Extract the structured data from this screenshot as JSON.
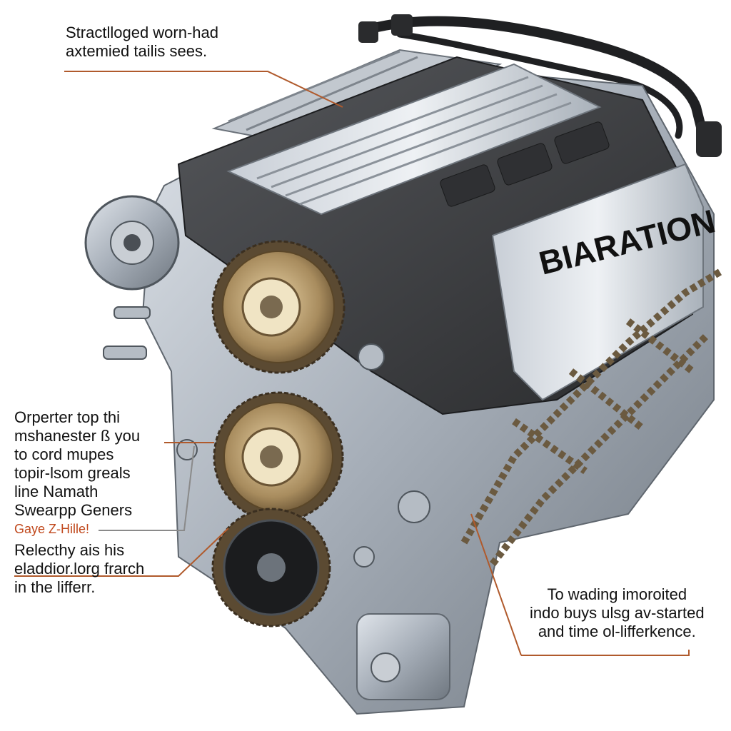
{
  "callouts": {
    "top": {
      "lines": [
        "Stractlloged worn-had",
        "axtemied tailis sees."
      ]
    },
    "left": {
      "lines": [
        "Orperter top thi",
        "mshanester ß you",
        "to cord mupes",
        "topir-lsom greals",
        "line Namath",
        "Swearpp Geners"
      ],
      "highlight": "Gaye Z-Hille!"
    },
    "left_lower": {
      "lines": [
        "Relecthy ais his",
        "eladdior.lorg frarch",
        "in the lifferr."
      ]
    },
    "right": {
      "lines": [
        "To wading imoroited",
        "indo buys ulsg av-started",
        "and time ol-lifferkence."
      ]
    }
  },
  "engine": {
    "cover_text": "BIARATION"
  },
  "colors": {
    "leader_line": "#b05a2c",
    "leader_shadow": "#8a8a8a",
    "highlight_text": "#c0481c",
    "metal": "#9aa3ad",
    "dark_cover": "#3a3b3d",
    "gear_bronze": "#8a7452"
  }
}
